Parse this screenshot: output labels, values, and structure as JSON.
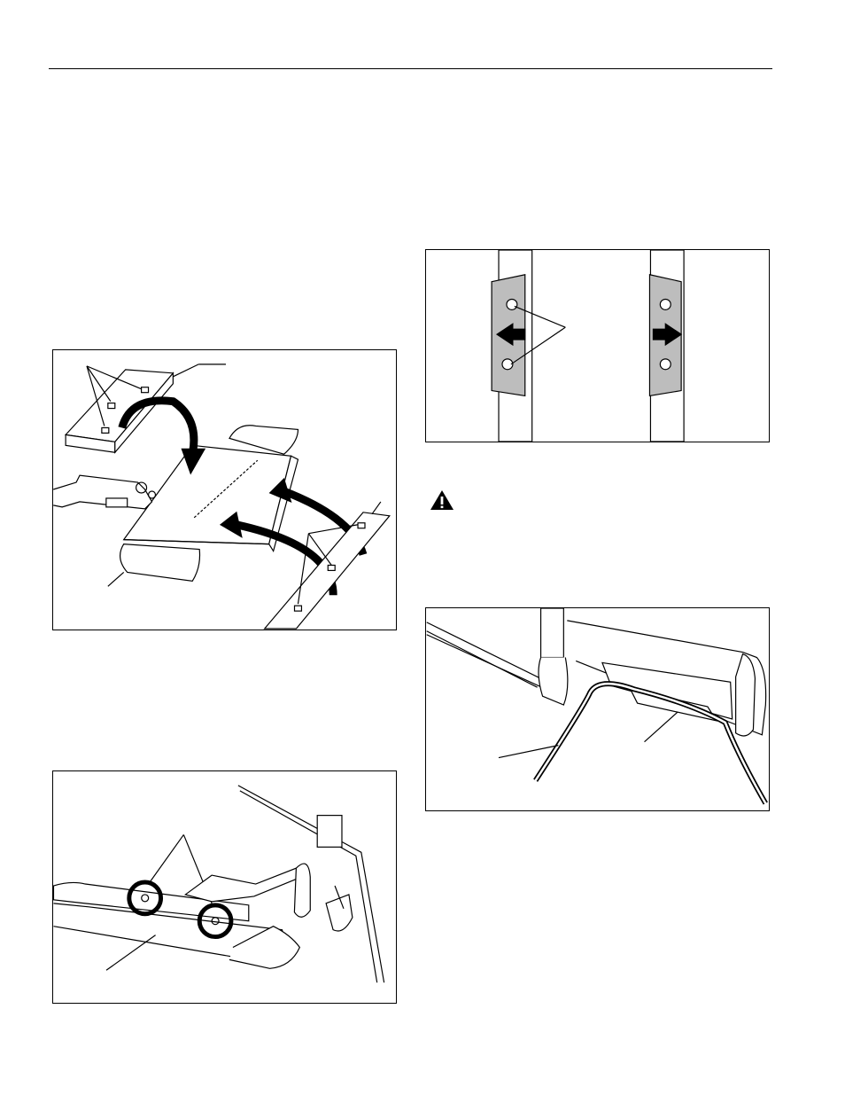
{
  "page": {
    "figures": [
      {
        "name": "figure-keyboard-tray-assembly"
      },
      {
        "name": "figure-tray-mount-holes"
      },
      {
        "name": "figure-bracket-adjust"
      },
      {
        "name": "figure-cable-routing"
      }
    ],
    "icons": {
      "warning": "warning-triangle-icon"
    },
    "colors": {
      "ink": "#000000",
      "bracket_fill": "#bdbdbd",
      "paper": "#ffffff"
    }
  }
}
